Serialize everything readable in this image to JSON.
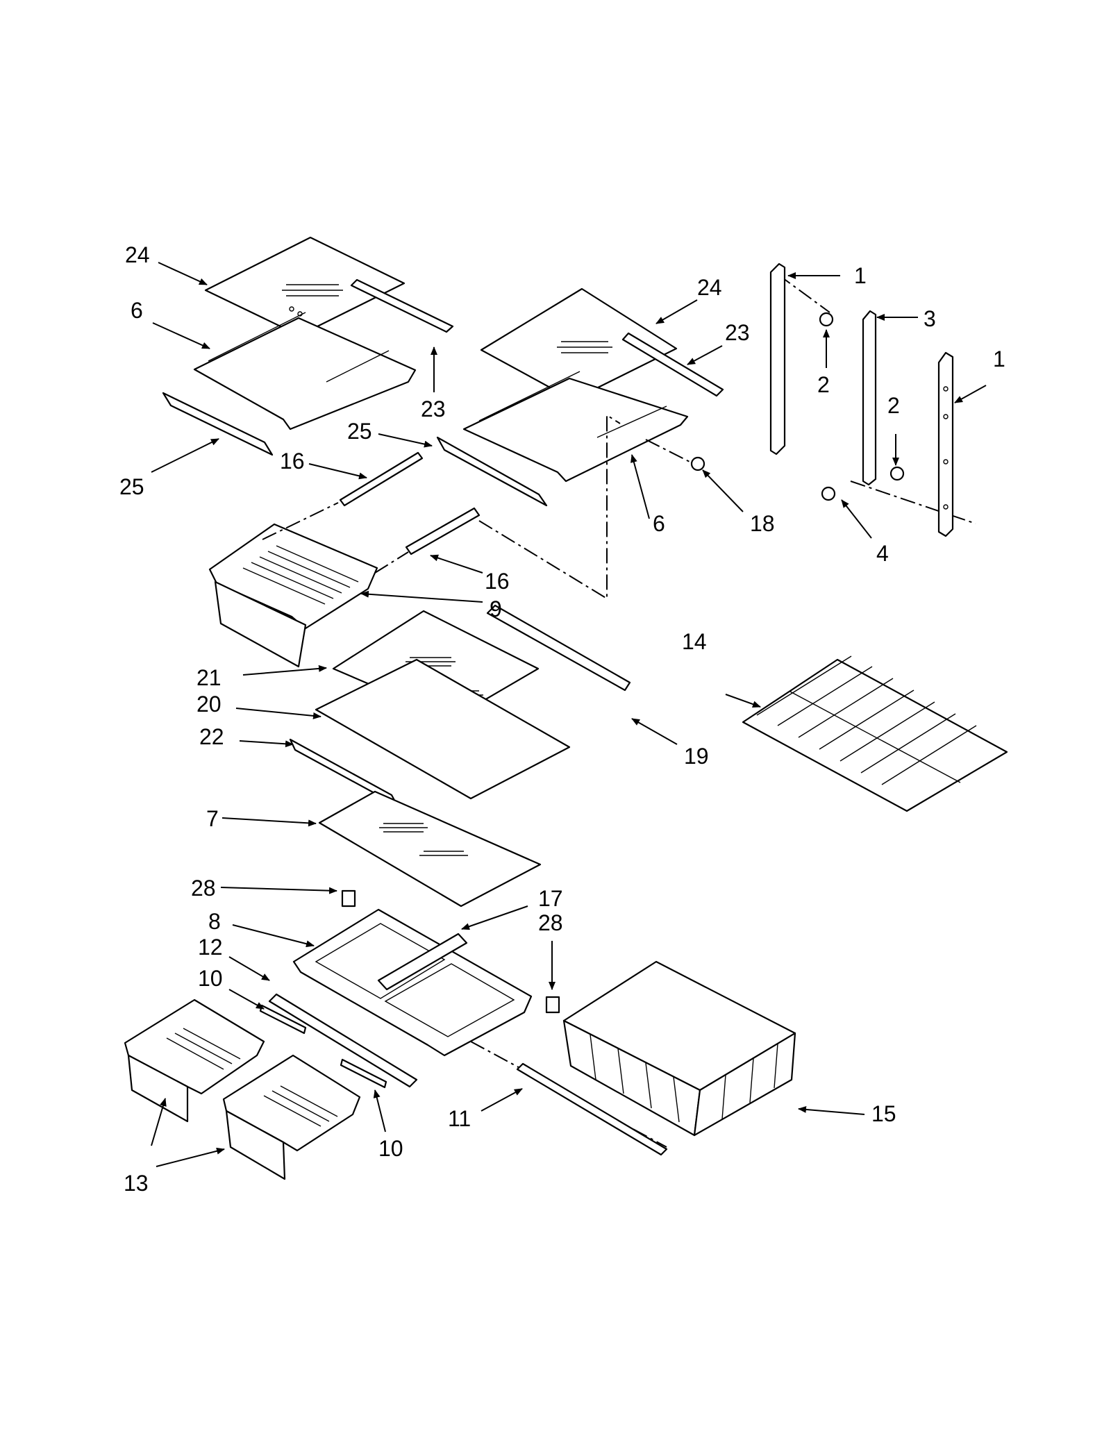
{
  "diagram": {
    "callouts": [
      {
        "id": "c24a",
        "label": "24"
      },
      {
        "id": "c6a",
        "label": "6"
      },
      {
        "id": "c23a",
        "label": "23"
      },
      {
        "id": "c25a",
        "label": "25"
      },
      {
        "id": "c24b",
        "label": "24"
      },
      {
        "id": "c23b",
        "label": "23"
      },
      {
        "id": "c25b",
        "label": "25"
      },
      {
        "id": "c16a",
        "label": "16"
      },
      {
        "id": "c6b",
        "label": "6"
      },
      {
        "id": "c18",
        "label": "18"
      },
      {
        "id": "c16b",
        "label": "16"
      },
      {
        "id": "c9",
        "label": "9"
      },
      {
        "id": "c1a",
        "label": "1"
      },
      {
        "id": "c3",
        "label": "3"
      },
      {
        "id": "c2a",
        "label": "2"
      },
      {
        "id": "c1b",
        "label": "1"
      },
      {
        "id": "c2b",
        "label": "2"
      },
      {
        "id": "c4",
        "label": "4"
      },
      {
        "id": "c14",
        "label": "14"
      },
      {
        "id": "c21",
        "label": "21"
      },
      {
        "id": "c20",
        "label": "20"
      },
      {
        "id": "c22",
        "label": "22"
      },
      {
        "id": "c19",
        "label": "19"
      },
      {
        "id": "c7",
        "label": "7"
      },
      {
        "id": "c28a",
        "label": "28"
      },
      {
        "id": "c17",
        "label": "17"
      },
      {
        "id": "c28b",
        "label": "28"
      },
      {
        "id": "c8",
        "label": "8"
      },
      {
        "id": "c12",
        "label": "12"
      },
      {
        "id": "c10a",
        "label": "10"
      },
      {
        "id": "c13",
        "label": "13"
      },
      {
        "id": "c10b",
        "label": "10"
      },
      {
        "id": "c11",
        "label": "11"
      },
      {
        "id": "c15",
        "label": "15"
      }
    ]
  }
}
